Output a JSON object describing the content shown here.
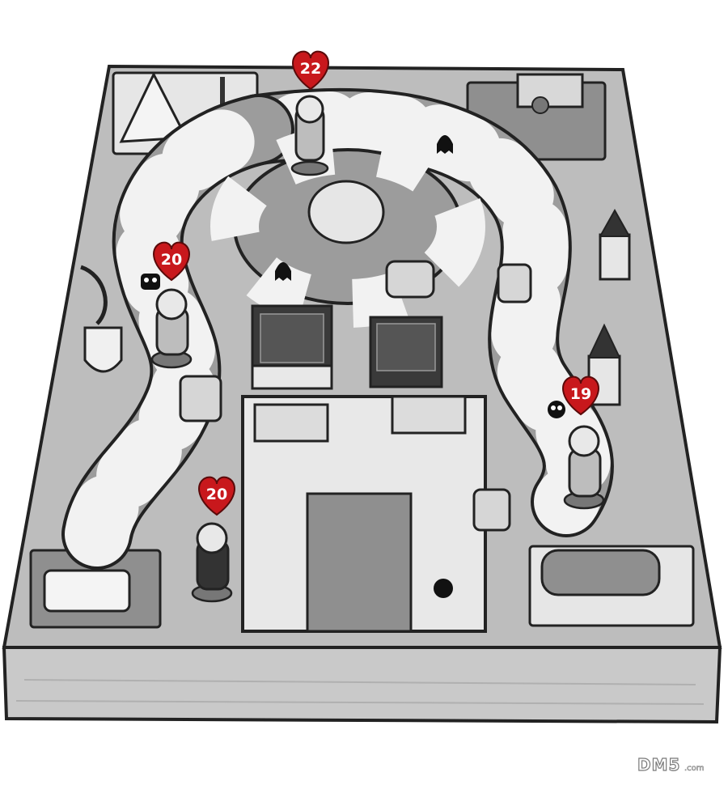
{
  "board": {
    "colors": {
      "outline": "#222222",
      "board_top": "#bdbdbd",
      "board_side": "#c9c9c9",
      "dark_tile": "#8f8f8f",
      "light_tile": "#f2f2f2",
      "heart": "#c8181c",
      "heart_text": "#ffffff"
    }
  },
  "players": [
    {
      "hp": "22",
      "icon": "heart-icon"
    },
    {
      "hp": "20",
      "icon": "heart-icon"
    },
    {
      "hp": "19",
      "icon": "heart-icon"
    },
    {
      "hp": "20",
      "icon": "heart-icon"
    }
  ],
  "watermark": {
    "brand": "DM5",
    "suffix": ".com"
  }
}
